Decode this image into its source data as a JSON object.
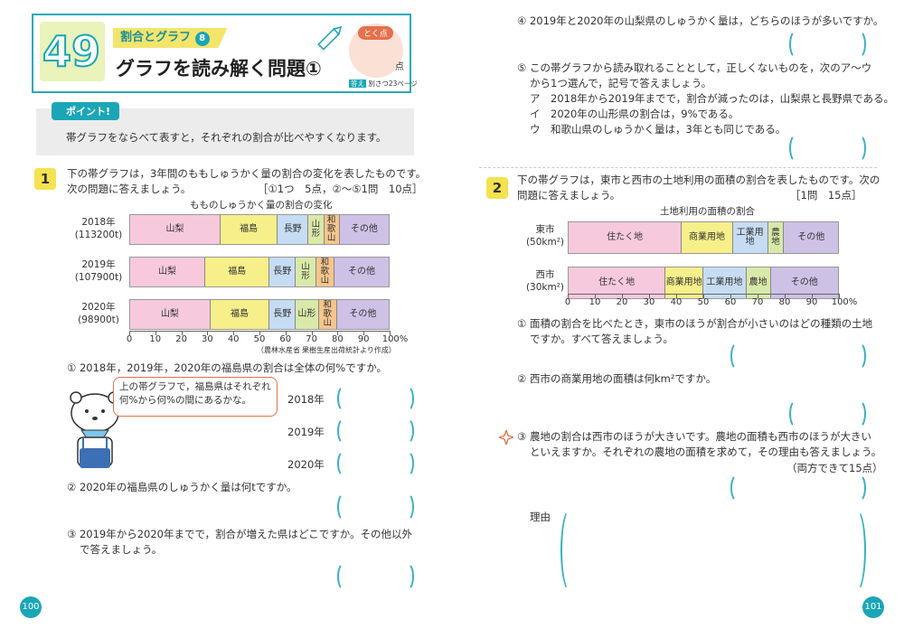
{
  "header": {
    "number": "49",
    "subtitle": "割合とグラフ",
    "subtitle_num": "8",
    "title": "グラフを読み解く問題①",
    "score_label": "とく点",
    "score_unit": "点",
    "answer_ref_badge": "答え",
    "answer_ref": "別さつ23ページ"
  },
  "point": {
    "tag": "ポイント!",
    "text": "帯グラフをならべて表すと，それぞれの割合が比べやすくなります。"
  },
  "q1": {
    "num": "1",
    "intro1": "下の帯グラフは，3年間のももしゅうかく量の割合の変化を表したものです。",
    "intro2": "次の問題に答えましょう。",
    "points": "［①1つ　5点，②～⑤1問　10点］",
    "chart_title": "もものしゅうかく量の割合の変化",
    "source1": "（農林水産省",
    "source2": "果樹生産出荷統計より作成）",
    "sub1": "① 2018年，2019年，2020年の福島県の割合は全体の何%ですか。",
    "bubble": "上の帯グラフで，福島県はそれぞれ何%から何%の間にあるかな。",
    "year_labels": [
      "2018年",
      "2019年",
      "2020年"
    ],
    "sub2": "② 2020年の福島県のしゅうかく量は何tですか。",
    "sub3a": "③ 2019年から2020年までで，割合が増えた県はどこですか。その他以外",
    "sub3b": "で答えましょう。"
  },
  "q1_right": {
    "sub4": "④ 2019年と2020年の山梨県のしゅうかく量は，どちらのほうが多いですか。",
    "sub5a": "⑤ この帯グラフから読み取れることとして，正しくないものを，次のア～ウ",
    "sub5b": "から1つ選んで，記号で答えましょう。",
    "opt_a": "ア　2018年から2019年までで，割合が減ったのは，山梨県と長野県である。",
    "opt_i": "イ　2020年の山形県の割合は，9%である。",
    "opt_u": "ウ　和歌山県のしゅうかく量は，3年とも同じである。"
  },
  "q2": {
    "num": "2",
    "intro1": "下の帯グラフは，東市と西市の土地利用の面積の割合を表したものです。次の",
    "intro2": "問題に答えましょう。",
    "points": "［1問　15点］",
    "chart_title": "土地利用の面積の割合",
    "sub1a": "① 面積の割合を比べたとき，東市のほうが割合が小さいのはどの種類の土地",
    "sub1b": "ですか。すべて答えましょう。",
    "sub2": "② 西市の商業用地の面積は何km²ですか。",
    "sub3a": "③ 農地の割合は西市のほうが大きいです。農地の面積も西市のほうが大きい",
    "sub3b": "といえますか。それぞれの農地の面積を求めて，その理由も答えましょう。",
    "sub3_points": "（両方できて15点）",
    "reason_label": "理由"
  },
  "pages": {
    "left": "100",
    "right": "101"
  },
  "chart_data": [
    {
      "type": "bar",
      "title": "もものしゅうかく量の割合の変化",
      "categories": [
        "2018年 (113200t)",
        "2019年 (107900t)",
        "2020年 (98900t)"
      ],
      "rows": [
        {
          "label1": "2018年",
          "label2": "(113200t)",
          "segments": [
            {
              "name": "山梨",
              "value": 35,
              "color": "#f7c9dd"
            },
            {
              "name": "福島",
              "value": 22,
              "color": "#f6ef8a"
            },
            {
              "name": "長野",
              "value": 12,
              "color": "#c6dcf2"
            },
            {
              "name": "山形",
              "value": 6,
              "color": "#d9e9a9"
            },
            {
              "name": "和歌山",
              "value": 6,
              "color": "#f6c58b"
            },
            {
              "name": "その他",
              "value": 19,
              "color": "#cec1e6"
            }
          ]
        },
        {
          "label1": "2019年",
          "label2": "(107900t)",
          "segments": [
            {
              "name": "山梨",
              "value": 29,
              "color": "#f7c9dd"
            },
            {
              "name": "福島",
              "value": 25,
              "color": "#f6ef8a"
            },
            {
              "name": "長野",
              "value": 10,
              "color": "#c6dcf2"
            },
            {
              "name": "山形",
              "value": 8,
              "color": "#d9e9a9"
            },
            {
              "name": "和歌山",
              "value": 7,
              "color": "#f6c58b"
            },
            {
              "name": "その他",
              "value": 21,
              "color": "#cec1e6"
            }
          ]
        },
        {
          "label1": "2020年",
          "label2": "(98900t)",
          "segments": [
            {
              "name": "山梨",
              "value": 31,
              "color": "#f7c9dd"
            },
            {
              "name": "福島",
              "value": 23,
              "color": "#f6ef8a"
            },
            {
              "name": "長野",
              "value": 10,
              "color": "#c6dcf2"
            },
            {
              "name": "山形",
              "value": 9,
              "color": "#d9e9a9"
            },
            {
              "name": "和歌山",
              "value": 7,
              "color": "#f6c58b"
            },
            {
              "name": "その他",
              "value": 20,
              "color": "#cec1e6"
            }
          ]
        }
      ],
      "x_ticks": [
        "0",
        "10",
        "20",
        "30",
        "40",
        "50",
        "60",
        "70",
        "80",
        "90",
        "100%"
      ],
      "xlim": [
        0,
        100
      ]
    },
    {
      "type": "bar",
      "title": "土地利用の面積の割合",
      "rows": [
        {
          "label1": "東市",
          "label2": "(50km²)",
          "segments": [
            {
              "name": "住たく地",
              "value": 42,
              "color": "#f7c9dd"
            },
            {
              "name": "商業用地",
              "value": 19,
              "color": "#f6ef8a"
            },
            {
              "name": "工業用地",
              "value": 13,
              "color": "#c6dcf2"
            },
            {
              "name": "農地",
              "value": 6,
              "color": "#d9e9a9"
            },
            {
              "name": "その他",
              "value": 20,
              "color": "#cec1e6"
            }
          ]
        },
        {
          "label1": "西市",
          "label2": "(30km²)",
          "segments": [
            {
              "name": "住たく地",
              "value": 36,
              "color": "#f7c9dd"
            },
            {
              "name": "商業用地",
              "value": 14,
              "color": "#f6ef8a"
            },
            {
              "name": "工業用地",
              "value": 16,
              "color": "#c6dcf2"
            },
            {
              "name": "農地",
              "value": 9,
              "color": "#d9e9a9"
            },
            {
              "name": "その他",
              "value": 25,
              "color": "#cec1e6"
            }
          ]
        }
      ],
      "x_ticks": [
        "0",
        "10",
        "20",
        "30",
        "40",
        "50",
        "60",
        "70",
        "80",
        "90",
        "100%"
      ],
      "xlim": [
        0,
        100
      ]
    }
  ]
}
